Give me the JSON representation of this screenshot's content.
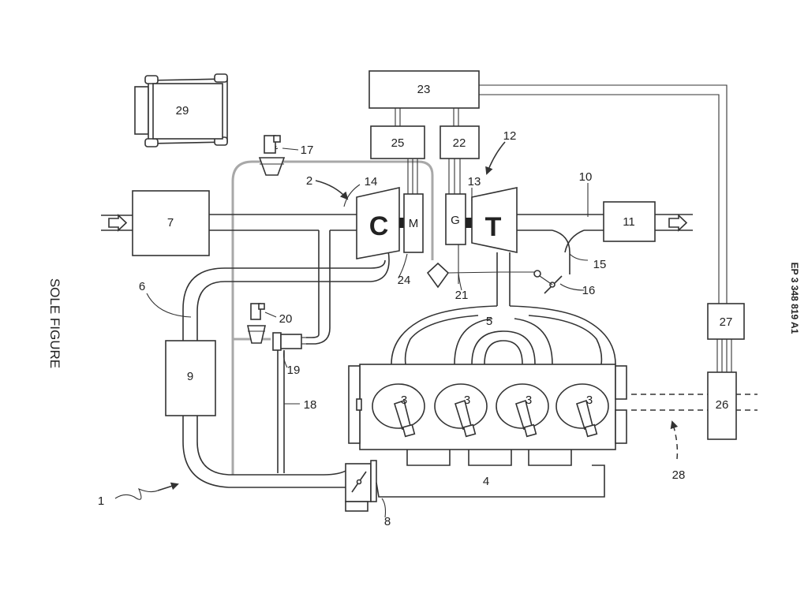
{
  "figure": {
    "side_title": "SOLE FIGURE",
    "patent_number": "EP 3 348 819 A1"
  },
  "blocks": {
    "b7": "7",
    "b9": "9",
    "b11": "11",
    "b22": "22",
    "b23": "23",
    "b25": "25",
    "b26": "26",
    "b27": "27",
    "b29": "29"
  },
  "components": {
    "compressor": "C",
    "turbine": "T",
    "motor": "M",
    "generator": "G"
  },
  "cylinders": [
    "3",
    "3",
    "3",
    "3"
  ],
  "labels": {
    "l1": "1",
    "l2": "2",
    "l4": "4",
    "l5": "5",
    "l6": "6",
    "l8": "8",
    "l10": "10",
    "l12": "12",
    "l13": "13",
    "l14": "14",
    "l15": "15",
    "l16": "16",
    "l17": "17",
    "l18": "18",
    "l19": "19",
    "l20": "20",
    "l21": "21",
    "l24": "24",
    "l28": "28"
  }
}
